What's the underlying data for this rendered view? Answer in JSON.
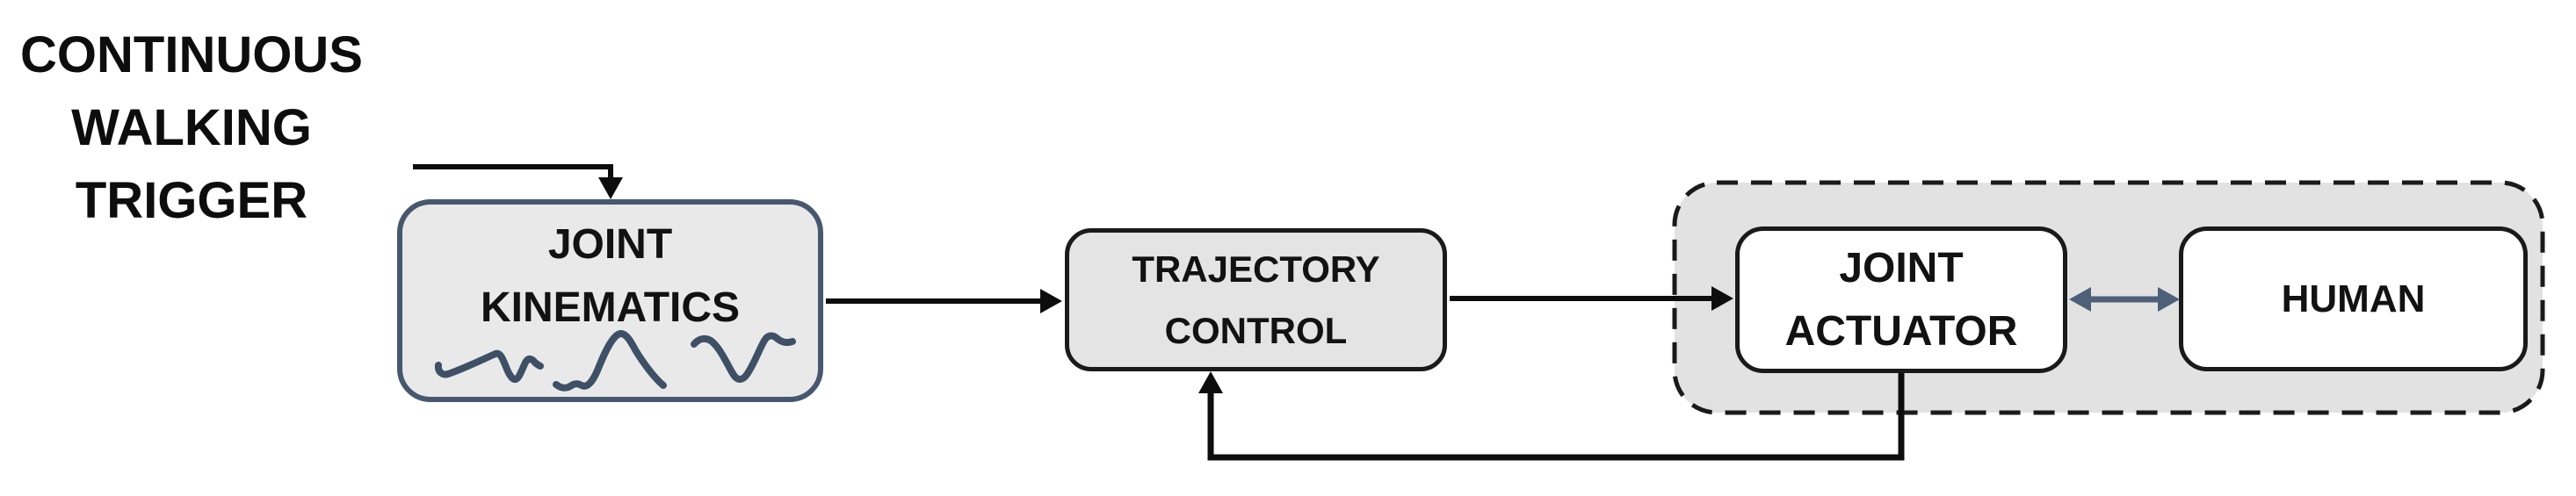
{
  "diagram": {
    "trigger": {
      "line1": "CONTINUOUS",
      "line2": "WALKING",
      "line3": "TRIGGER"
    },
    "nodes": {
      "joint_kinematics": {
        "line1": "JOINT",
        "line2": "KINEMATICS",
        "waveforms": [
          "hip-gait-curve",
          "knee-gait-curve",
          "ankle-gait-curve"
        ]
      },
      "trajectory_control": {
        "line1": "TRAJECTORY",
        "line2": "CONTROL"
      },
      "joint_actuator": {
        "line1": "JOINT",
        "line2": "ACTUATOR"
      },
      "human": {
        "label": "HUMAN"
      }
    },
    "edges": [
      {
        "from": "continuous-walking-trigger",
        "to": "joint_kinematics",
        "type": "elbow-arrow-down",
        "color": "#0d0d0d"
      },
      {
        "from": "joint_kinematics",
        "to": "trajectory_control",
        "type": "arrow-right",
        "color": "#0d0d0d"
      },
      {
        "from": "trajectory_control",
        "to": "joint_actuator",
        "type": "arrow-right",
        "color": "#0d0d0d"
      },
      {
        "from": "joint_actuator",
        "to": "human",
        "type": "double-arrow",
        "color": "#4e6078"
      },
      {
        "from": "joint_actuator",
        "to": "trajectory_control",
        "type": "feedback-elbow-arrow-up",
        "color": "#0d0d0d"
      }
    ],
    "colors": {
      "slate_border": "#47586e",
      "slate_waveform": "#3e5066",
      "slate_double_arrow": "#4e6078",
      "box_gray": "#e9e9ea",
      "container_gray": "#e2e2e3",
      "black": "#0d0d0d",
      "white": "#ffffff"
    }
  }
}
